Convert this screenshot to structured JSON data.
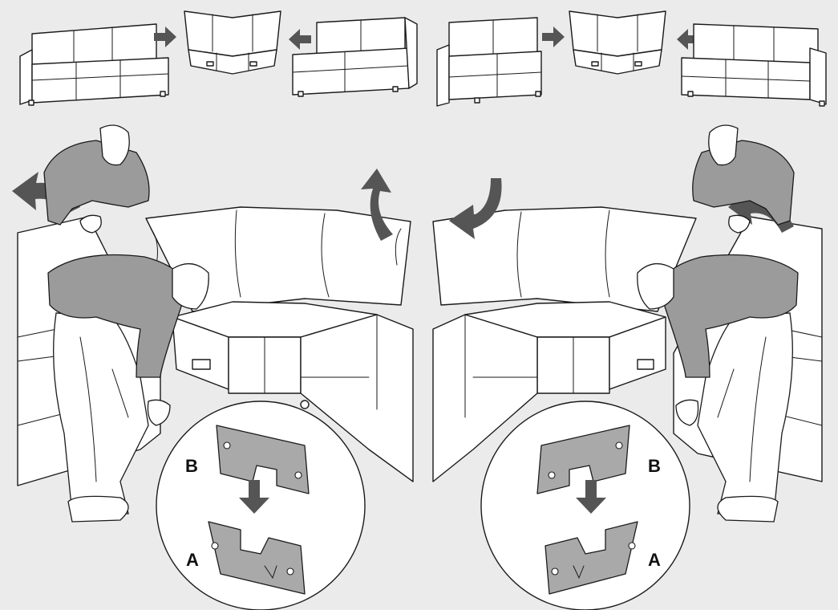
{
  "labels": {
    "left_bracket_top": "B",
    "left_bracket_bottom": "A",
    "right_bracket_top": "B",
    "right_bracket_bottom": "A"
  },
  "colors": {
    "background": "#ebebeb",
    "arrow": "#555555",
    "clothing": "#9b9b9b",
    "bracket": "#a9a9a9"
  }
}
